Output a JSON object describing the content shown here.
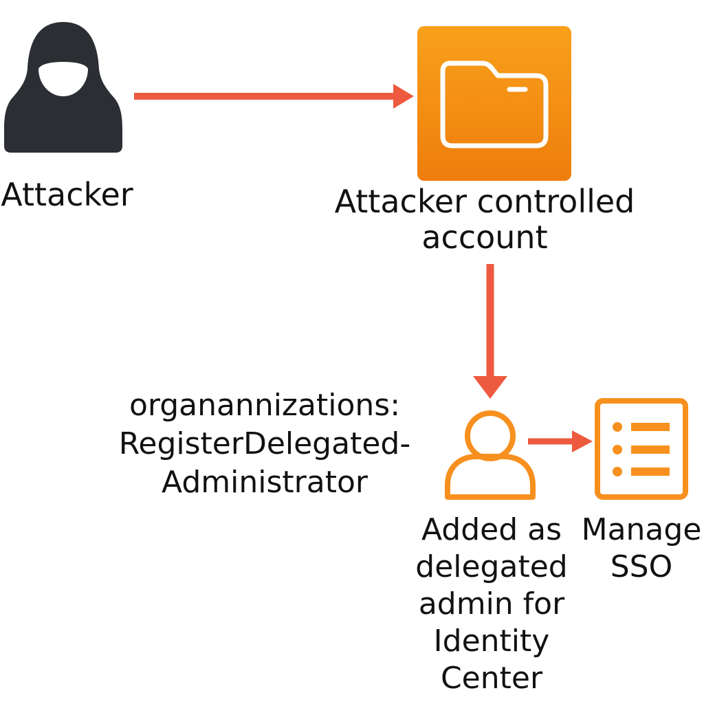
{
  "nodes": {
    "attacker": {
      "label": "Attacker",
      "icon": "hooded-figure-icon"
    },
    "account": {
      "label_lines": [
        "Attacker controlled",
        "account"
      ],
      "icon": "folder-icon"
    },
    "delegated_admin": {
      "label_lines": [
        "Added as",
        "delegated",
        "admin for",
        "Identity",
        "Center"
      ],
      "icon": "user-icon"
    },
    "sso": {
      "label_lines": [
        "Manage",
        "SSO"
      ],
      "icon": "list-icon"
    }
  },
  "edge_label": {
    "lines": [
      "organannizations:",
      "RegisterDelegated-",
      "Administrator"
    ]
  },
  "colors": {
    "arrow": "#ee5a3f",
    "orange": "#f7901e",
    "orange_dark": "#ef7a0a",
    "hooded": "#2b2e33",
    "text": "#111111"
  }
}
